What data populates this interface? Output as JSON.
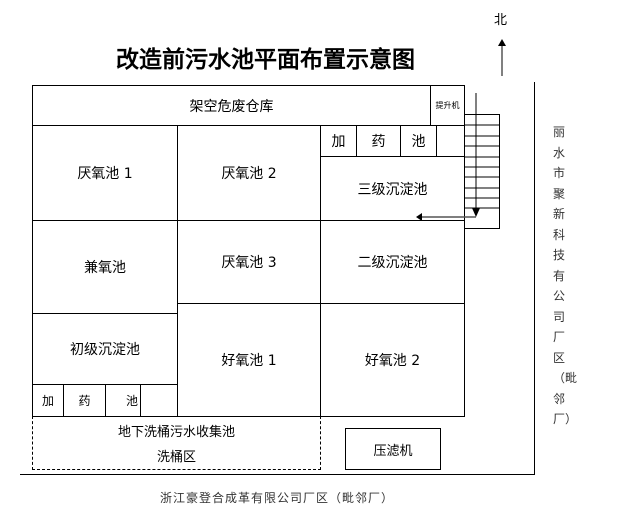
{
  "title": "改造前污水池平面布置示意图",
  "north": "北",
  "warehouse": "架空危废仓库",
  "lift": "提升机",
  "dosing_top": [
    "加",
    "药",
    "池"
  ],
  "dosing_bottom": [
    "加",
    "药",
    "池"
  ],
  "anaerobic1": "厌氧池 1",
  "anaerobic2": "厌氧池 2",
  "anaerobic3": "厌氧池 3",
  "facultative": "兼氧池",
  "primary": "初级沉淀池",
  "secondary": "二级沉淀池",
  "tertiary": "三级沉淀池",
  "aerobic1": "好氧池 1",
  "aerobic2": "好氧池 2",
  "underground": "地下洗桶污水收集池",
  "wash": "洗桶区",
  "filter_press": "压滤机",
  "east_neighbor": "丽水市聚新科技有公司厂区（毗邻厂）",
  "south_neighbor": "浙江豪登合成革有限公司厂区（毗邻厂）"
}
